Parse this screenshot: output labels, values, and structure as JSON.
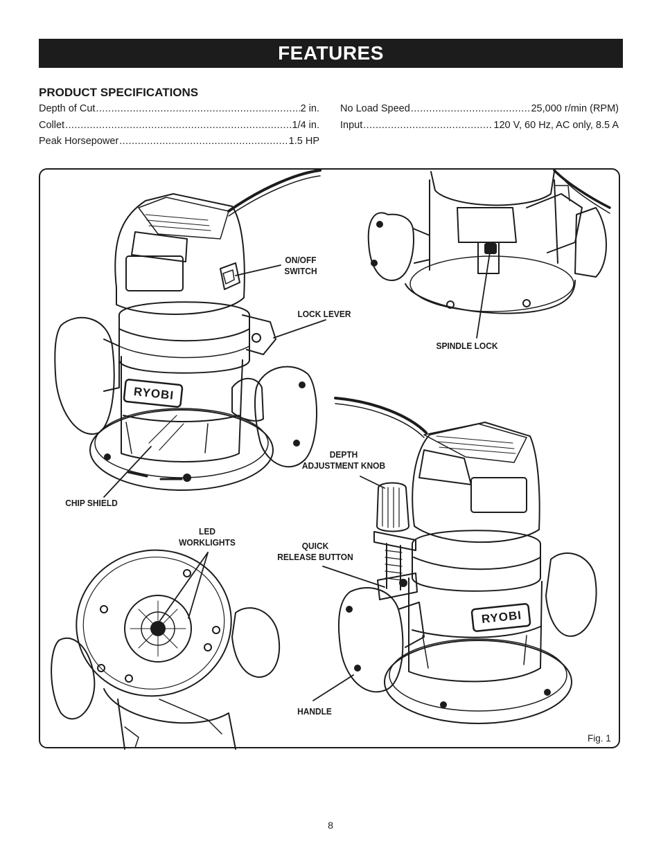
{
  "title": "FEATURES",
  "specs": {
    "heading": "PRODUCT SPECIFICATIONS",
    "left": [
      {
        "label": "Depth of Cut",
        "value": "2 in."
      },
      {
        "label": "Collet",
        "value": "1/4 in."
      },
      {
        "label": "Peak Horsepower",
        "value": " 1.5 HP"
      }
    ],
    "right": [
      {
        "label": "No Load Speed ",
        "value": "25,000 r/min (RPM)"
      },
      {
        "label": "Input ",
        "value": " 120 V, 60 Hz, AC only, 8.5 A"
      }
    ]
  },
  "callouts": {
    "on_off_switch": "ON/OFF\nSWITCH",
    "lock_lever": "LOCK LEVER",
    "spindle_lock": "SPINDLE LOCK",
    "chip_shield": "CHIP SHIELD",
    "depth_adjustment_knob": "DEPTH\nADJUSTMENT KNOB",
    "led_worklights": "LED\nWORKLIGHTS",
    "quick_release_button": "QUICK\nRELEASE BUTTON",
    "handle": "HANDLE"
  },
  "brand_logo": "RYOBI",
  "figure_label": "Fig. 1",
  "page_number": "8",
  "colors": {
    "ink": "#1c1c1c",
    "paper": "#ffffff",
    "shade": "#3a3a3a"
  }
}
